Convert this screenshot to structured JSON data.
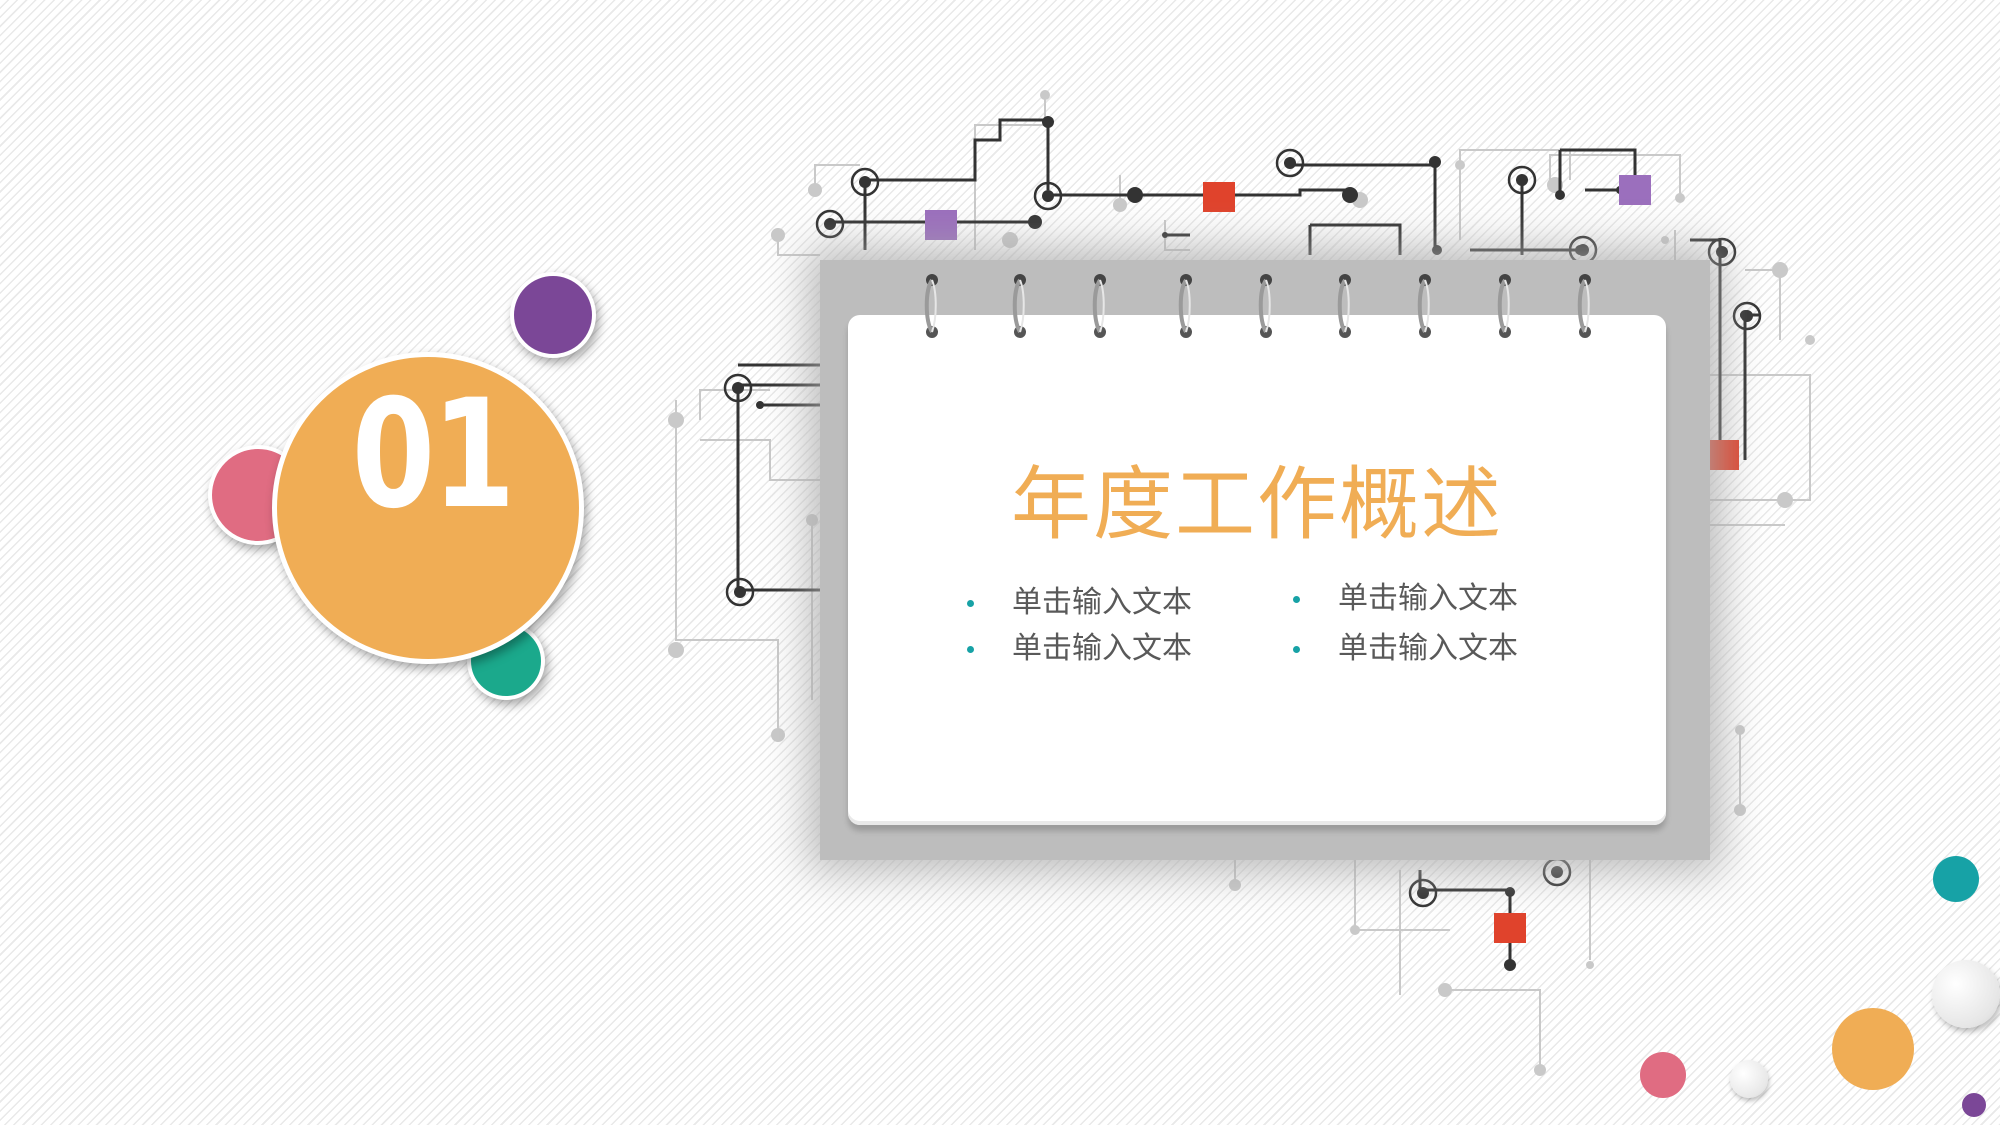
{
  "section": {
    "number": "01",
    "title": "年度工作概述"
  },
  "bullets": [
    {
      "text": "单击输入文本"
    },
    {
      "text": "单击输入文本"
    },
    {
      "text": "单击输入文本"
    },
    {
      "text": "单击输入文本"
    }
  ],
  "colors": {
    "orange": "#f0ad55",
    "purple": "#7b4797",
    "pink": "#e06c82",
    "teal": "#17a2a6",
    "green": "#1ba98c",
    "red": "#e0432c",
    "lavender": "#9b6fbd"
  }
}
